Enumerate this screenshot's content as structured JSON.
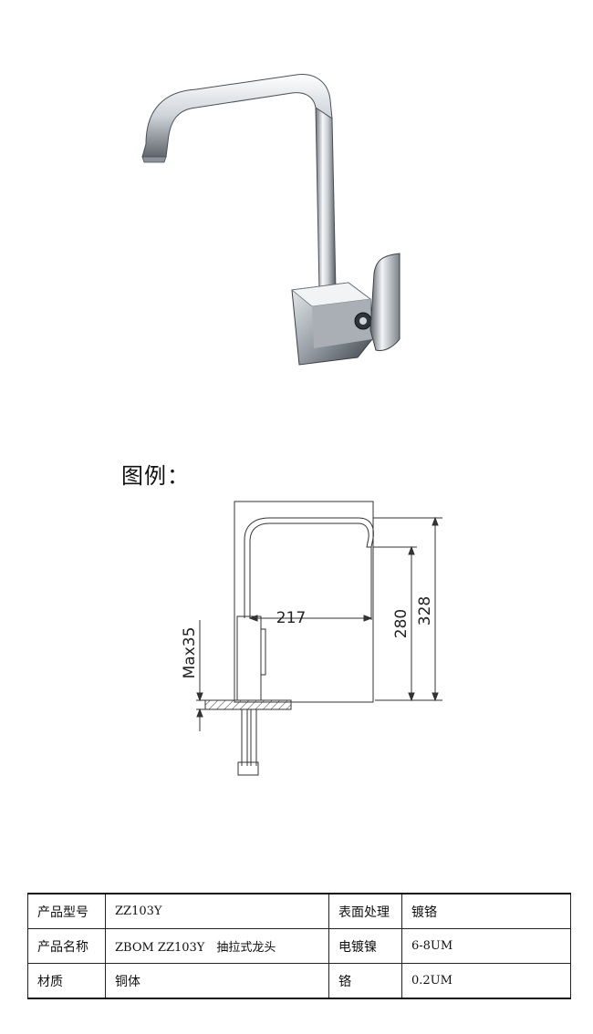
{
  "legend": {
    "title": "图例："
  },
  "dimensions": {
    "reach": "217",
    "spout_height": "280",
    "total_height": "328",
    "max_thickness": "Max35"
  },
  "spec_table": {
    "rows": [
      [
        "产品型号",
        "ZZ103Y",
        "表面处理",
        "镀铬"
      ],
      [
        "产品名称",
        "ZBOM ZZ103Y　抽拉式龙头",
        "电镀镍",
        "6-8UM"
      ],
      [
        "材质",
        "铜体",
        "铬",
        "0.2UM"
      ]
    ]
  },
  "colors": {
    "line": "#333333",
    "chrome_light": "#f4f6f8",
    "chrome_dark": "#3a3f45"
  }
}
